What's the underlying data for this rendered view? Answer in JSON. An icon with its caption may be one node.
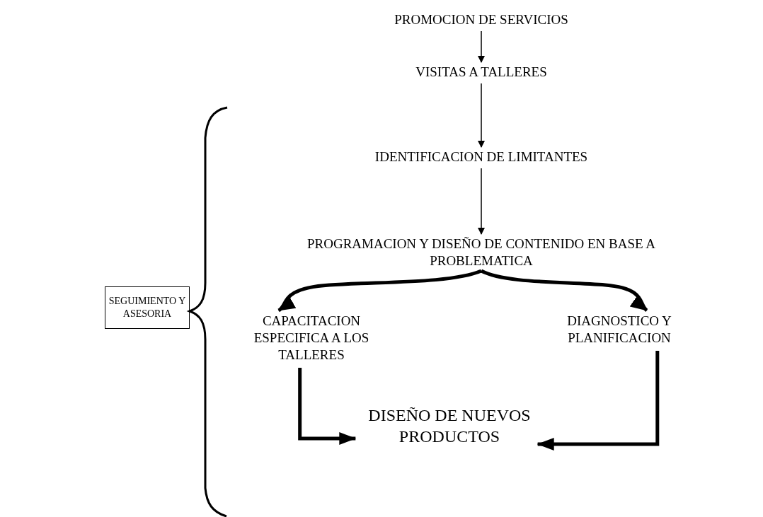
{
  "diagram": {
    "nodes": [
      {
        "text": [
          "PROMOCION DE SERVICIOS"
        ]
      },
      {
        "text": [
          "VISITAS A TALLERES"
        ]
      },
      {
        "text": [
          "IDENTIFICACION DE LIMITANTES"
        ]
      },
      {
        "text": [
          "PROGRAMACION Y DISEÑO DE CONTENIDO EN BASE A PROBLEMATICA"
        ]
      },
      {
        "text": [
          "CAPACITACION ESPECIFICA A LOS TALLERES"
        ]
      },
      {
        "text": [
          "DIAGNOSTICO Y PLANIFICACION"
        ]
      },
      {
        "text": [
          "DISEÑO DE NUEVOS PRODUCTOS"
        ]
      },
      {
        "text": [
          "SEGUIMIENTO Y ASESORIA"
        ]
      }
    ],
    "edges": [
      {
        "from": 0,
        "to": 1,
        "arrow": "to"
      },
      {
        "from": 1,
        "to": 2,
        "arrow": "to"
      },
      {
        "from": 2,
        "to": 3,
        "arrow": "to"
      },
      {
        "from": 3,
        "to": 4,
        "arrow": "to"
      },
      {
        "from": 3,
        "to": 5,
        "arrow": "to"
      },
      {
        "from": 4,
        "to": 6,
        "arrow": "to"
      },
      {
        "from": 5,
        "to": 6,
        "arrow": "to"
      }
    ]
  }
}
